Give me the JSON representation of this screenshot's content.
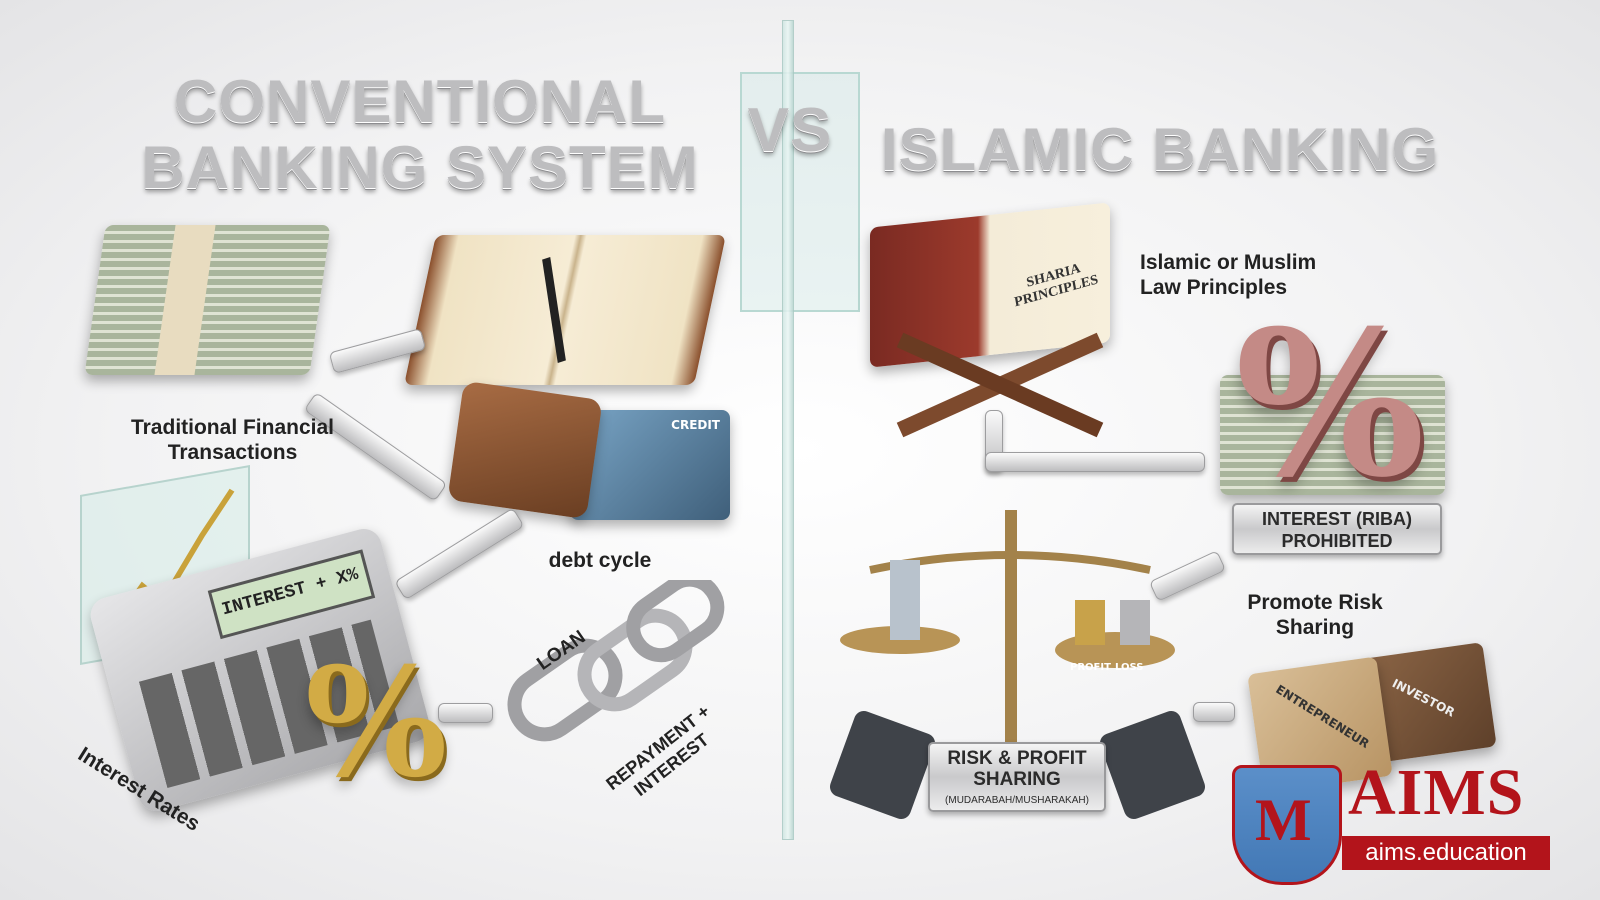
{
  "left": {
    "title_line1": "CONVENTIONAL",
    "title_line2": "BANKING SYSTEM",
    "labels": {
      "traditional": "Traditional Financial Transactions",
      "debt_cycle": "debt cycle",
      "interest_rates": "Interest Rates",
      "calculator_display": "INTEREST + X%",
      "chain_loan": "LOAN",
      "chain_repayment": "REPAYMENT + INTEREST",
      "card_text": "CREDIT"
    }
  },
  "vs": "VS",
  "right": {
    "title": "ISLAMIC BANKING",
    "labels": {
      "law_principles": "Islamic or Muslim Law Principles",
      "book_text": "SHARIA PRINCIPLES",
      "riba_line1": "INTEREST (RIBA)",
      "riba_line2": "PROHIBITED",
      "promote_risk": "Promote Risk Sharing",
      "risk_profit_line1": "RISK & PROFIT",
      "risk_profit_line2": "SHARING",
      "risk_profit_line3": "(MUDARABAH/MUSHARAKAH)",
      "profit": "PROFIT",
      "loss": "LOSS",
      "investor": "INVESTOR",
      "entrepreneur": "ENTREPRENEUR"
    }
  },
  "logo": {
    "name": "AIMS",
    "url": "aims.education",
    "color": "#b3141b"
  }
}
